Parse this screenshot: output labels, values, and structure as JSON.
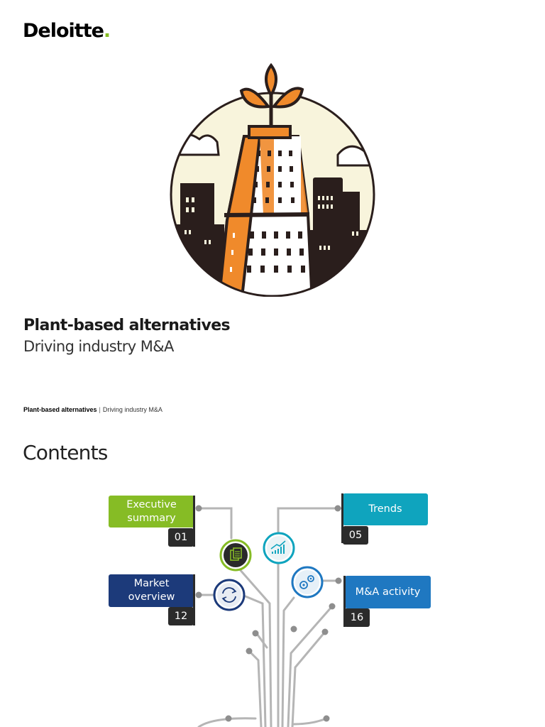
{
  "brand": {
    "name": "Deloitte",
    "dot": "."
  },
  "cover": {
    "title": "Plant-based alternatives",
    "subtitle": "Driving industry M&A"
  },
  "running_head": {
    "title": "Plant-based alternatives",
    "separator": "|",
    "subtitle": "Driving industry M&A"
  },
  "contents": {
    "heading": "Contents",
    "items": [
      {
        "label": "Executive\nsummary",
        "page": "01",
        "color": "#86bc25",
        "icon": "documents-icon"
      },
      {
        "label": "Trends",
        "page": "05",
        "color": "#0fa4be",
        "icon": "trend-chart-icon"
      },
      {
        "label": "Market\noverview",
        "page": "12",
        "color": "#1c3a7a",
        "icon": "refresh-cycle-icon"
      },
      {
        "label": "M&A activity",
        "page": "16",
        "color": "#1f78c1",
        "icon": "gears-icon"
      }
    ]
  },
  "colors": {
    "brand_green": "#86bc25",
    "illustration_orange": "#f08a2b",
    "illustration_dark": "#2a1e1c",
    "illustration_cream": "#f8f4dc",
    "connector_gray": "#b5b5b5"
  }
}
